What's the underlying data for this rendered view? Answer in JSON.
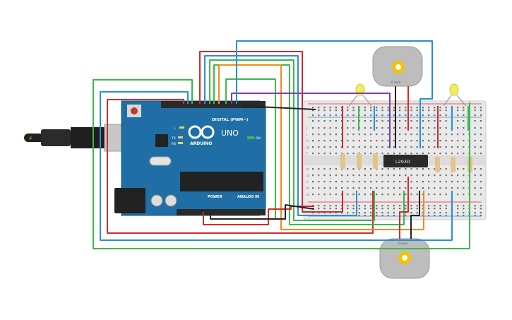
{
  "colors": {
    "wire_red": "#d42a2a",
    "wire_green": "#3db84b",
    "wire_blue": "#2a8fd4",
    "wire_orange": "#f08c1e",
    "wire_purple": "#7b3fb2",
    "wire_black": "#222222",
    "board_blue": "#1f6fa6",
    "breadboard": "#e8e8e8",
    "motor_body": "#bdbdbd",
    "led_yellow": "#f2ee5a"
  },
  "arduino": {
    "model_label": "UNO",
    "brand_label": "ARDUINO",
    "digital_label": "DIGITAL (PWM~)",
    "power_label": "POWER",
    "analog_label": "ANALOG IN",
    "on_label": "ON",
    "tx_label": "TX",
    "rx_label": "RX",
    "l_label": "L"
  },
  "chip": {
    "label": "L293D"
  },
  "motors": {
    "top": {
      "speed_label": "0 rpm"
    },
    "bottom": {
      "speed_label": "0 rpm"
    }
  },
  "breadboard": {
    "row_letters_top": [
      "j",
      "i",
      "h",
      "g",
      "f"
    ],
    "row_letters_bottom": [
      "e",
      "d",
      "c",
      "b",
      "a"
    ]
  }
}
